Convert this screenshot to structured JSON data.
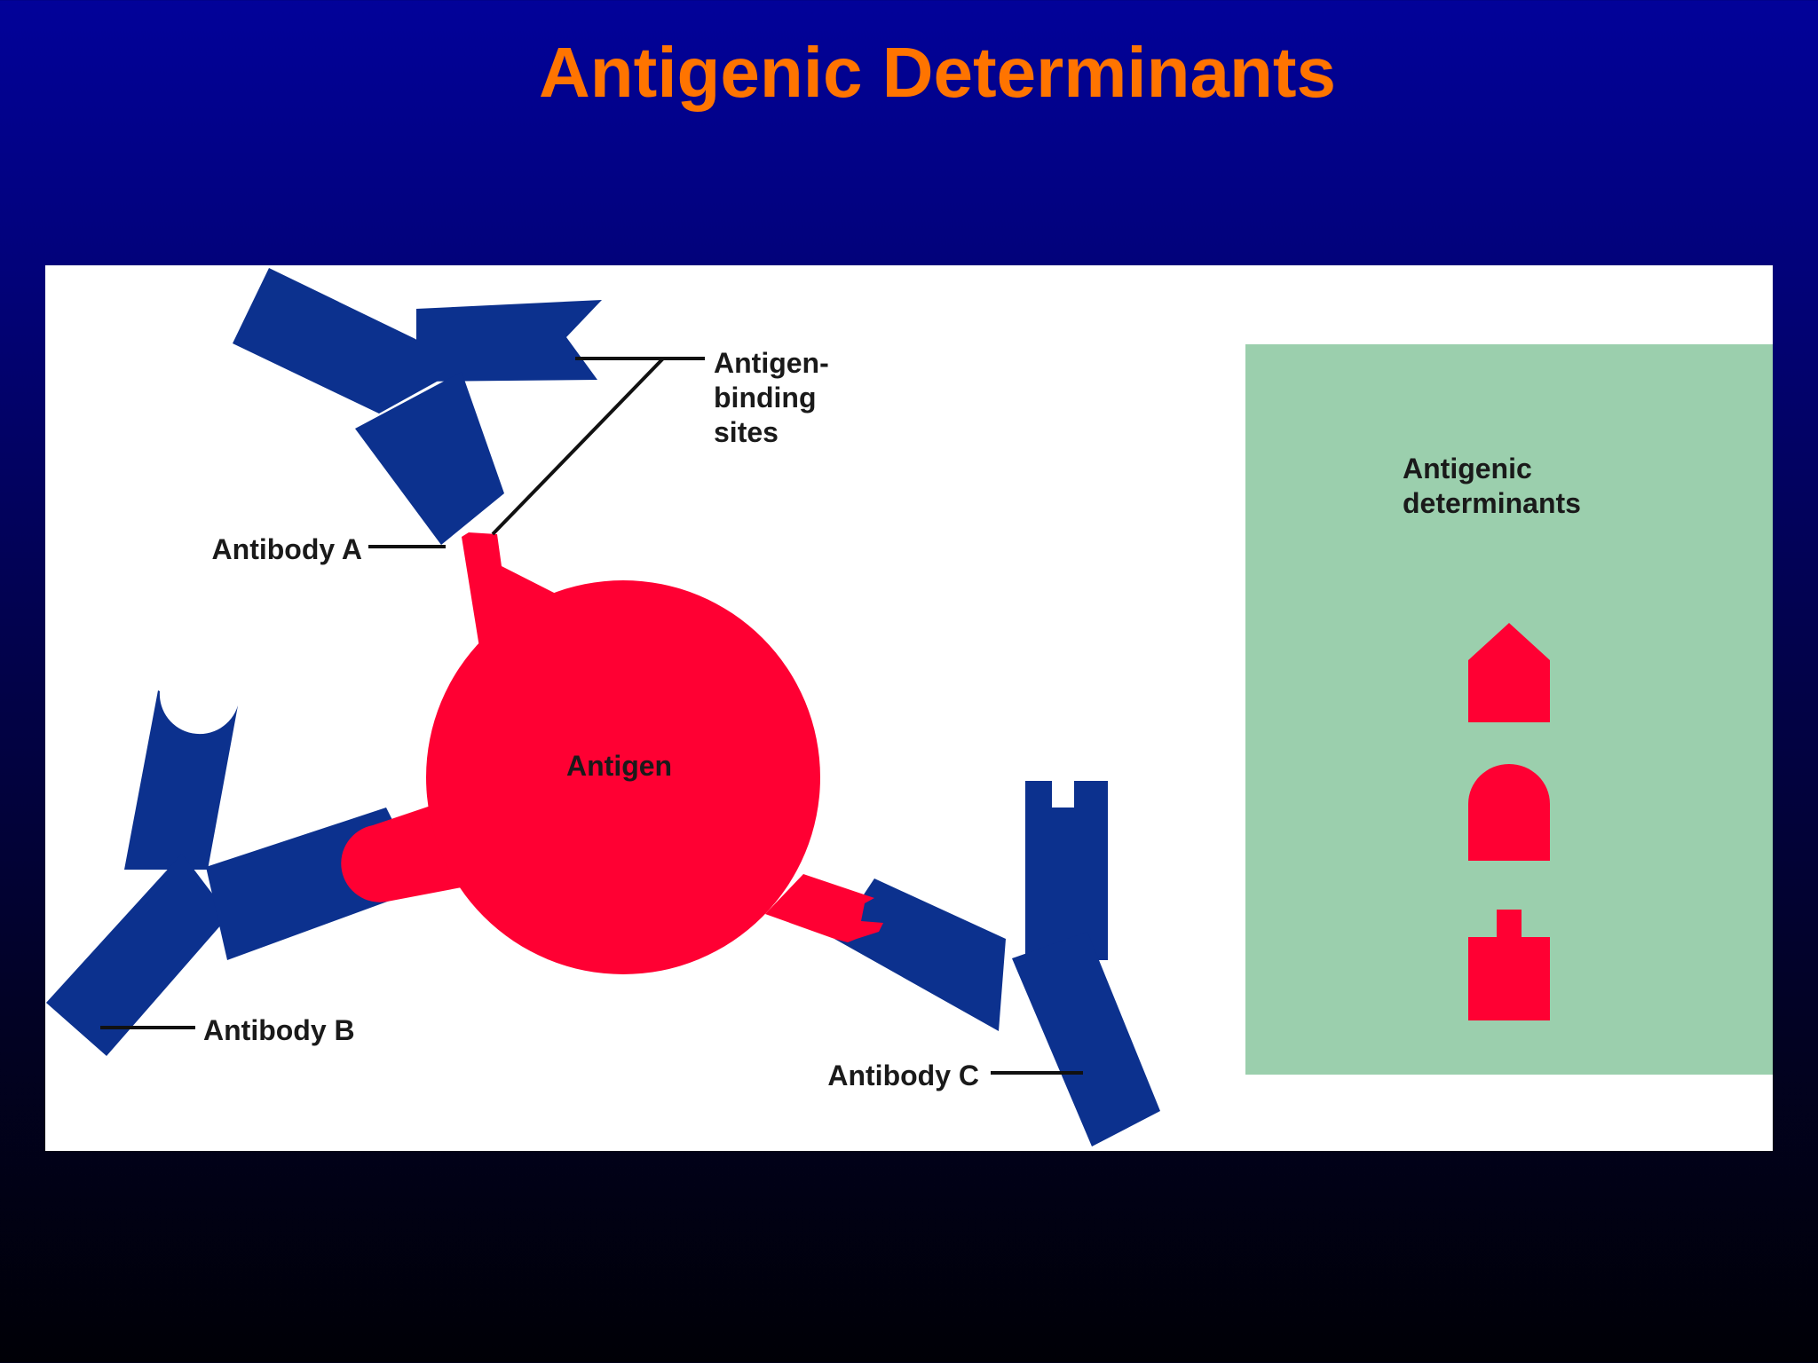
{
  "slide": {
    "title": "Antigenic Determinants",
    "title_color": "#FF7400"
  },
  "diagram": {
    "antigen_label": "Antigen",
    "antibody_a_label": "Antibody A",
    "antibody_b_label": "Antibody B",
    "antibody_c_label": "Antibody C",
    "binding_sites_lines": [
      "Antigen-",
      "binding",
      "sites"
    ],
    "panel_title_lines": [
      "Antigenic",
      "determinants"
    ],
    "antibody_color": "#0C318E",
    "antigen_color": "#FF0033",
    "panel_color": "#9BCFAD"
  }
}
